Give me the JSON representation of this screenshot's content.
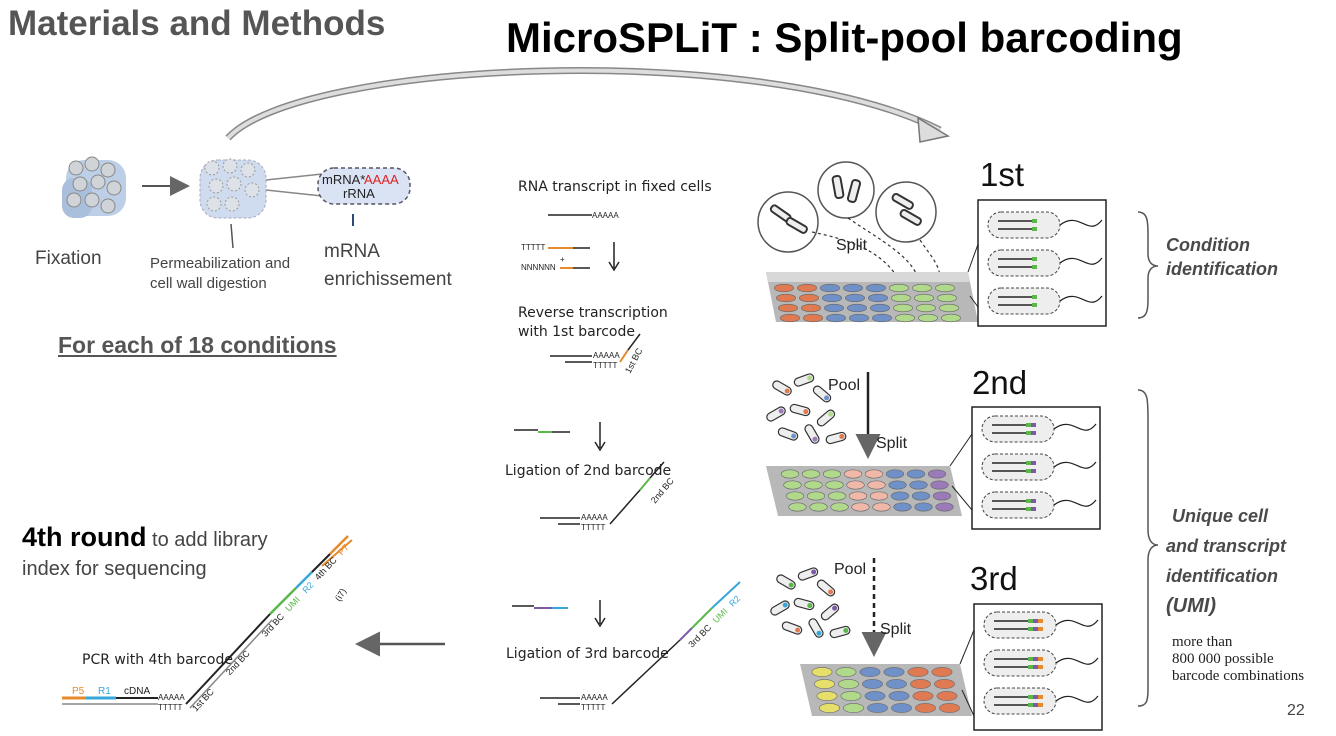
{
  "header": {
    "section_title": "Materials and Methods",
    "main_title": "MicroSPLiT : Split-pool barcoding"
  },
  "left": {
    "fixation": "Fixation",
    "permeabilization_line1": "Permeabilization and",
    "permeabilization_line2": "cell wall digestion",
    "mrna_line1": "mRNA",
    "mrna_line2": "enrichissement",
    "box_mrna": "mRNA*",
    "box_polyA": "AAAA",
    "box_rrna": "rRNA",
    "for_each": "For each of 18 conditions",
    "round4_bold": "4th round",
    "round4_rest": " to add library",
    "round4_line2": "index for sequencing",
    "pcr_label": "PCR with 4th barcode",
    "adapters": [
      "P5",
      "R1",
      "cDNA"
    ],
    "top_labels": [
      "1st BC",
      "2nd BC",
      "3rd BC",
      "UMI",
      "R2",
      "4th BC",
      "P7",
      "(i7)"
    ]
  },
  "middle": {
    "rna_fixed": "RNA transcript in fixed cells",
    "rt_line1": "Reverse transcription",
    "rt_line2": "with 1st barcode",
    "lig2": "Ligation of 2nd barcode",
    "lig3": "Ligation of 3rd barcode",
    "seq_polyA": "AAAAA",
    "seq_T": "TTTTT",
    "seq_N": "NNNNNN",
    "bc1": "1st BC",
    "bc2": "2nd BC",
    "strand3": [
      "3rd BC",
      "UMI",
      "R2"
    ]
  },
  "right": {
    "round1": "1st",
    "round2": "2nd",
    "round3": "3rd",
    "split": "Split",
    "pool": "Pool",
    "condition_line1": "Condition",
    "condition_line2": "identification",
    "umi_line1": "Unique cell",
    "umi_line2": "and transcript",
    "umi_line3": "identification",
    "umi_line4": "(UMI)",
    "combos_line1": "more than",
    "combos_line2": "800 000 possible",
    "combos_line3": "barcode combinations",
    "page_number": "22"
  },
  "colors": {
    "arrow_gray": "#777777",
    "polyA_red": "#e02020",
    "p5_orange": "#e8892b",
    "r1_blue": "#37a7d9",
    "bc_green": "#59b848",
    "bc_purple": "#7b5aa6",
    "well_colors": [
      "#e07a52",
      "#b1d98c",
      "#7090c8",
      "#f0b8a8",
      "#9a7ab8"
    ]
  }
}
